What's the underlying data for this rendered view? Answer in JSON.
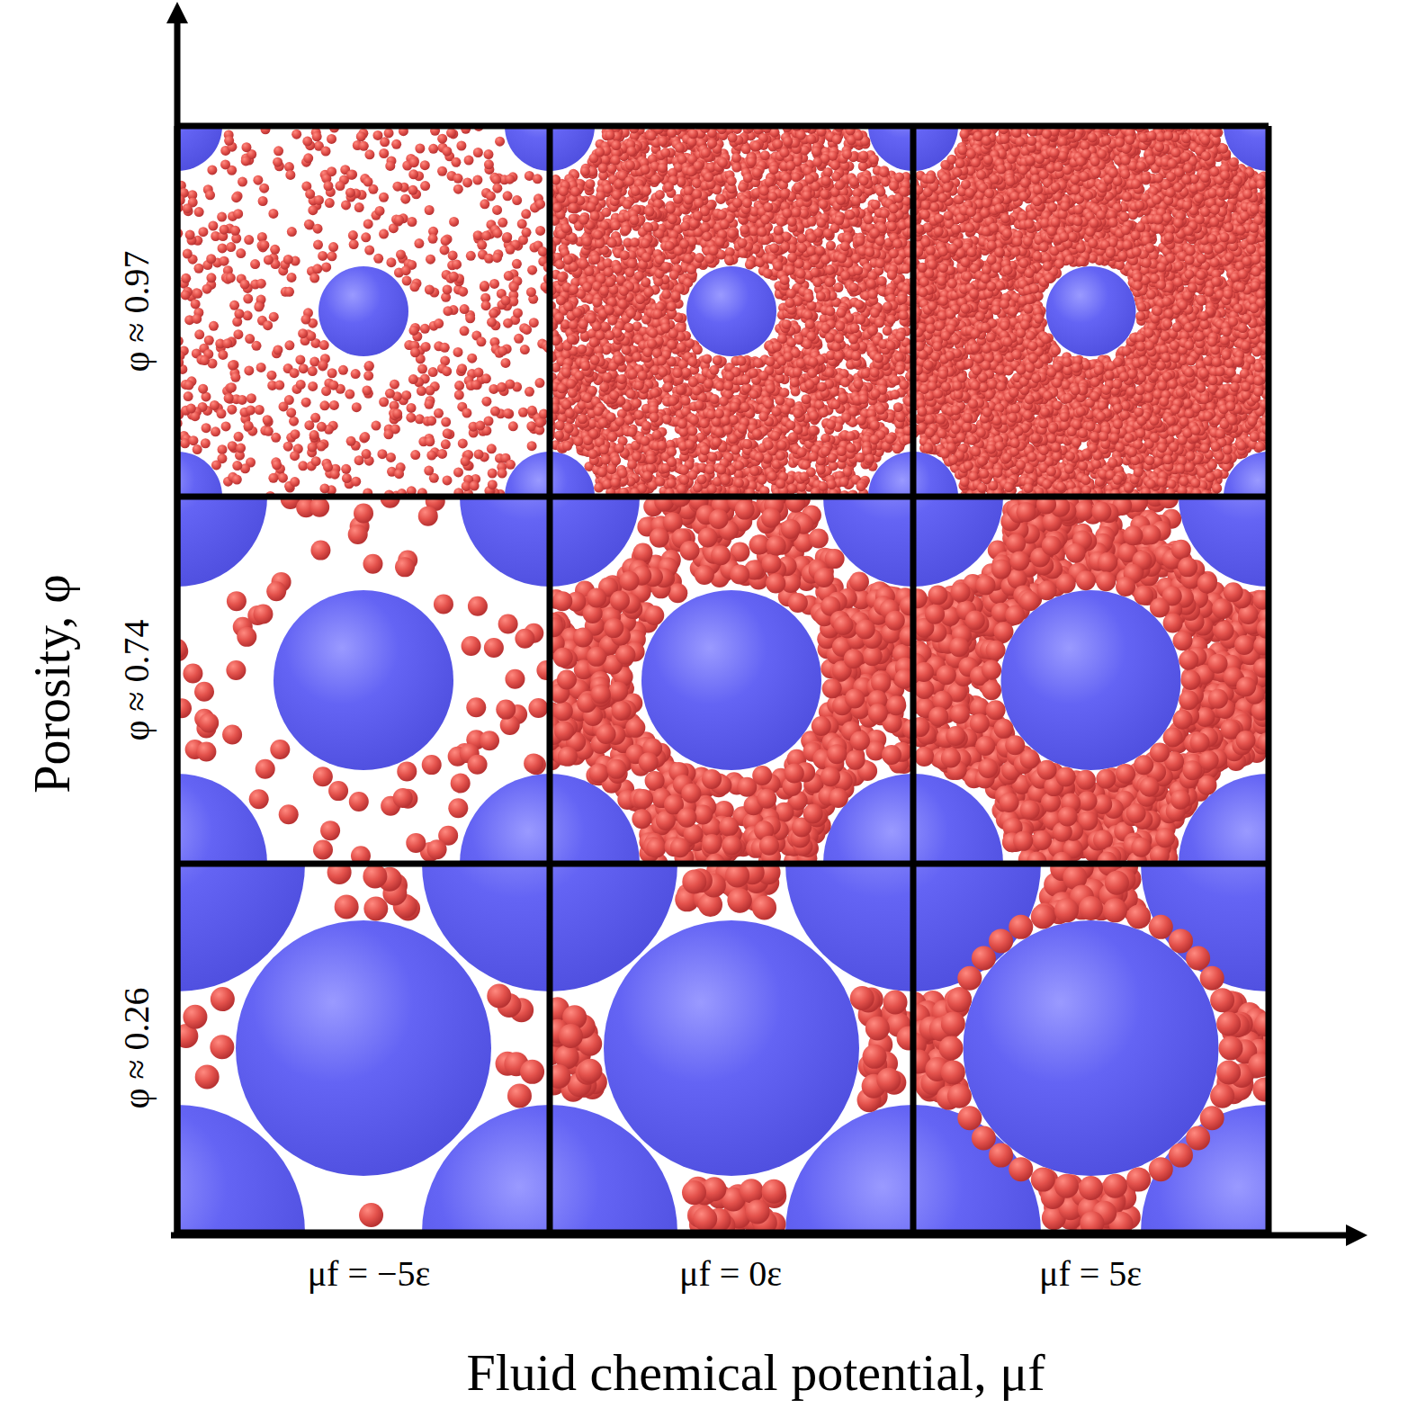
{
  "diagram": {
    "labels": [
      "Porosity, φ",
      "φ ≈ 0.97",
      "φ ≈ 0.74",
      "φ ≈ 0.26",
      "μf = −5ε",
      "μf = 0ε",
      "μf = 5ε",
      "Fluid chemical potential, μf"
    ]
  }
}
